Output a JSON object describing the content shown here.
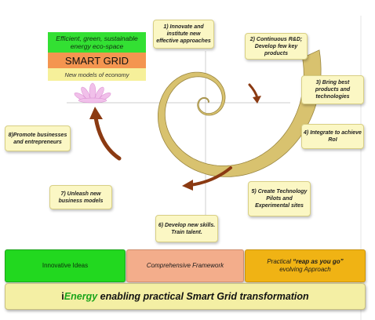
{
  "smart_grid": {
    "top": "Efficient, green, sustainable energy eco-space",
    "title": "SMART GRID",
    "bottom": "New models of economy"
  },
  "steps": [
    "1) Innovate and institute new effective approaches",
    "2) Continuous R&D; Develop few key products",
    "3) Bring best products and technologies",
    "4) Integrate to achieve RoI",
    "5) Create Technology Pilots and Experimental sites",
    "6) Develop new skills. Train talent.",
    "7) Unleash new business models",
    "8)Promote businesses and entrepreneurs"
  ],
  "bars": {
    "left": "Innovative Ideas",
    "middle": "Comprehensive Framework",
    "right_prefix": "Practical ",
    "right_quote": "“reap as you go”",
    "right_suffix": "evolving Approach"
  },
  "banner": {
    "prefix": "i",
    "brand": "Energy",
    "rest": " enabling practical Smart Grid transformation"
  },
  "colors": {
    "green": "#33e033",
    "orange": "#f49550",
    "yellow": "#f6f09a",
    "brand_green": "#1aa51a",
    "arrow": "#8b3a12"
  }
}
